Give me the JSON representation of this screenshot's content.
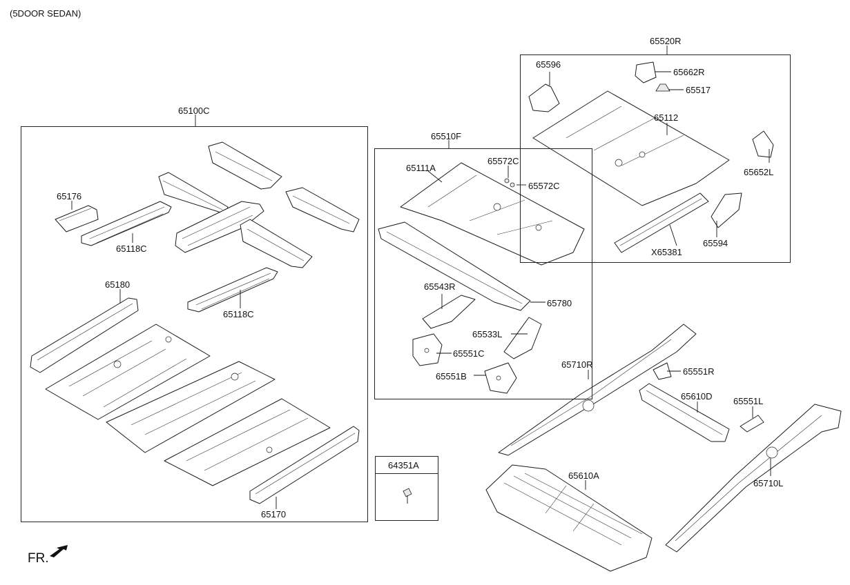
{
  "header": {
    "variant": "(5DOOR SEDAN)"
  },
  "groups": {
    "floor_pan_front": "65100C",
    "floor_pan_center": "65510F",
    "floor_pan_rear": "65520R",
    "bolt_box": "64351A"
  },
  "labels": {
    "p65176": "65176",
    "p65118C_a": "65118C",
    "p65118C_b": "65118C",
    "p65180": "65180",
    "p65170": "65170",
    "p65111A": "65111A",
    "p65572C_a": "65572C",
    "p65572C_b": "65572C",
    "p65780": "65780",
    "p65543R": "65543R",
    "p65533L": "65533L",
    "p65551C": "65551C",
    "p65551B": "65551B",
    "p65596": "65596",
    "p65662R": "65662R",
    "p65517": "65517",
    "p65112": "65112",
    "p65652L": "65652L",
    "p65594": "65594",
    "pX65381": "X65381",
    "p65710R": "65710R",
    "p65551R": "65551R",
    "p65610D": "65610D",
    "p65551L": "65551L",
    "p65610A": "65610A",
    "p65710L": "65710L"
  },
  "footer": {
    "front_indicator": "FR."
  },
  "icons": {
    "front_arrow": "arrow-front-left-icon",
    "bolt": "bolt-icon"
  }
}
